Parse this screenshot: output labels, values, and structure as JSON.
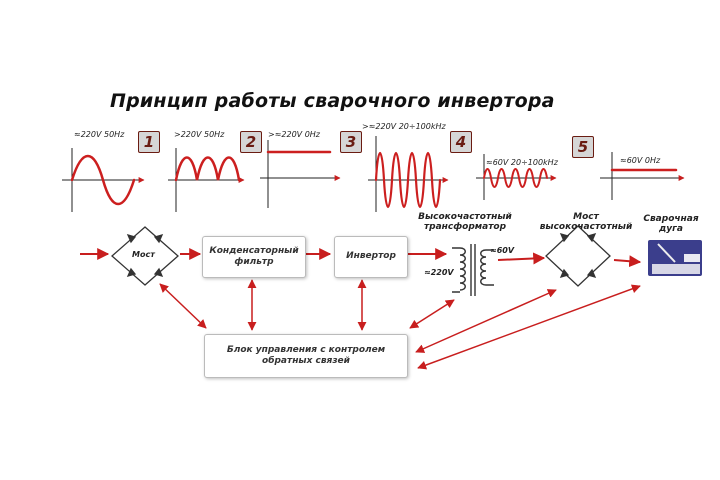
{
  "title": "Принцип работы сварочного инвертора",
  "stages": [
    {
      "number": "1",
      "signal": "≈220V 50Hz"
    },
    {
      "number": "2",
      "signal": ">220V 50Hz"
    },
    {
      "number": "3",
      "signal": ">≈220V 0Hz"
    },
    {
      "number": "4",
      "signal": ">≈220V 20÷100kHz"
    },
    {
      "number": "5",
      "signal": "≈60V 0Hz"
    }
  ],
  "signal_hf_low": "≈60V 20÷100kHz",
  "blocks": {
    "bridge1": "Мост",
    "filter": "Конденсаторный фильтр",
    "inverter": "Инвертор",
    "transformer": "Высокочастотный трансформатор",
    "bridge2": "Мост высокочастотный",
    "arc": "Сварочная дуга",
    "control": "Блок управления с контролем обратных связей"
  },
  "transformer_in": "≈220V",
  "transformer_out": "≈60V",
  "colors": {
    "arrow": "#c81e1e",
    "wave": "#cc1f1f",
    "axis": "#222222"
  }
}
